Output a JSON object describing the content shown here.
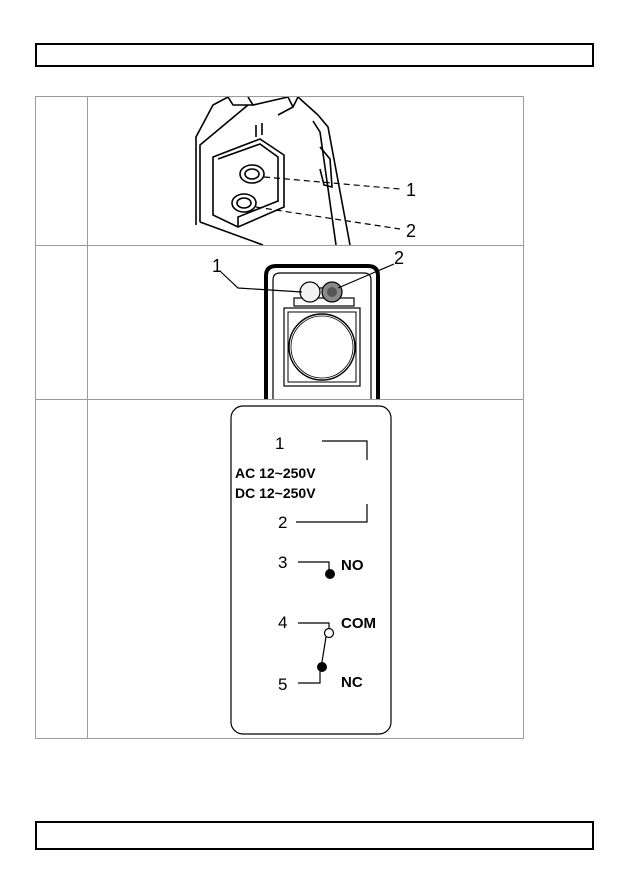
{
  "header": {
    "text": ""
  },
  "footer": {
    "text": ""
  },
  "figure1": {
    "callout_1": "1",
    "callout_2": "2"
  },
  "figure2": {
    "callout_1": "1",
    "callout_2": "2"
  },
  "figure3": {
    "label_1": "1",
    "ac_line": "AC 12~250V",
    "dc_line": "DC 12~250V",
    "label_2": "2",
    "label_3": "3",
    "label_no": "NO",
    "label_4": "4",
    "label_com": "COM",
    "label_5": "5",
    "label_nc": "NC"
  }
}
